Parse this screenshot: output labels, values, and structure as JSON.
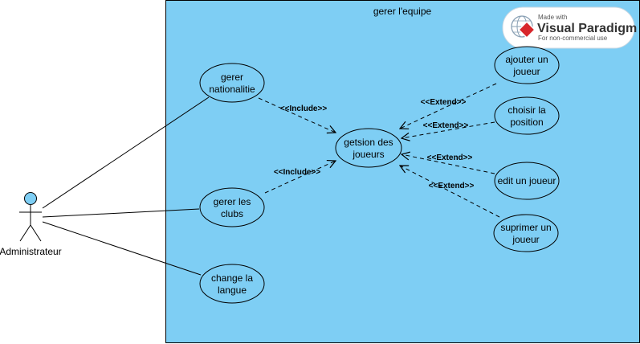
{
  "system": {
    "title": "gerer l'equipe"
  },
  "actor": {
    "label": "Administrateur"
  },
  "use_cases": {
    "nationalitie": [
      "gerer",
      "nationalitie"
    ],
    "clubs": [
      "gerer les",
      "clubs"
    ],
    "langue": [
      "change la",
      "langue"
    ],
    "joueurs": [
      "getsion des",
      "joueurs"
    ],
    "ajouter": [
      "ajouter un",
      "joueur"
    ],
    "position": [
      "choisir la",
      "position"
    ],
    "edit": [
      "edit un joueur"
    ],
    "suprimer": [
      "suprimer un",
      "joueur"
    ]
  },
  "relations": {
    "include": "<<Include>>",
    "extend": "<<Extend>>"
  },
  "watermark": {
    "line1": "Made with",
    "line2": "Visual Paradigm",
    "line3": "For non-commercial use"
  },
  "colors": {
    "system_fill": "#7ecef4",
    "usecase_fill": "#7ecef4",
    "actor_head": "#7ecef4",
    "logo_red": "#d8262b"
  }
}
